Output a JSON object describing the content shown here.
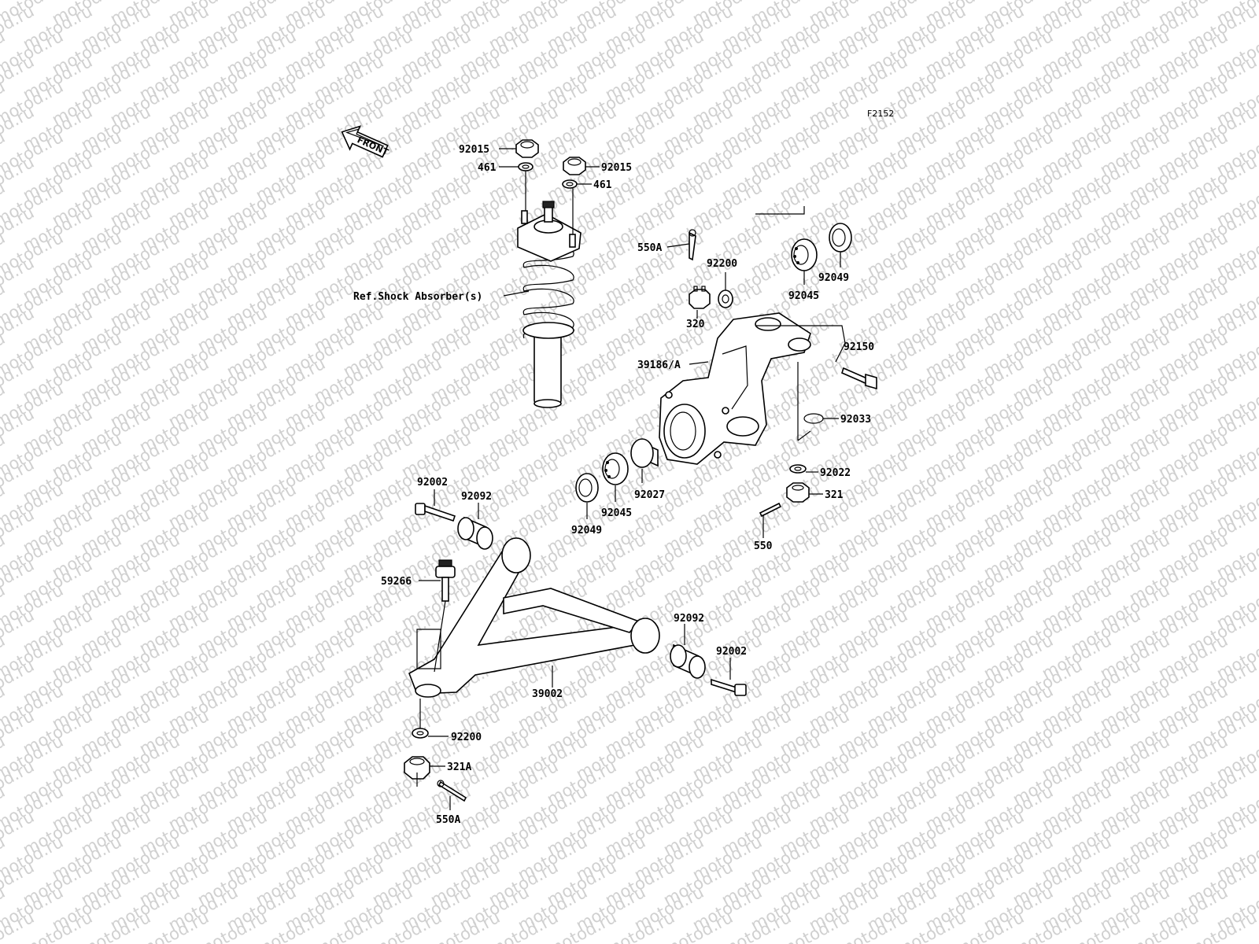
{
  "watermark": "motod.ru",
  "figure_code": "F2152",
  "front_arrow": {
    "label": "FRONT",
    "icon": "front-arrow-icon"
  },
  "ref_label": "Ref.Shock Absorber(s)",
  "parts": {
    "p92015_a": "92015",
    "p461_a": "461",
    "p92015_b": "92015",
    "p461_b": "461",
    "p550A_a": "550A",
    "p92200_a": "92200",
    "p320": "320",
    "p92045_a": "92045",
    "p92049_a": "92049",
    "p39186A": "39186/A",
    "p92150": "92150",
    "p92033": "92033",
    "p92022": "92022",
    "p321": "321",
    "p550": "550",
    "p92027": "92027",
    "p92045_b": "92045",
    "p92049_b": "92049",
    "p92002_a": "92002",
    "p92092_a": "92092",
    "p59266": "59266",
    "p92092_b": "92092",
    "p92002_b": "92002",
    "p39002": "39002",
    "p92200_b": "92200",
    "p321A": "321A",
    "p550A_b": "550A"
  }
}
